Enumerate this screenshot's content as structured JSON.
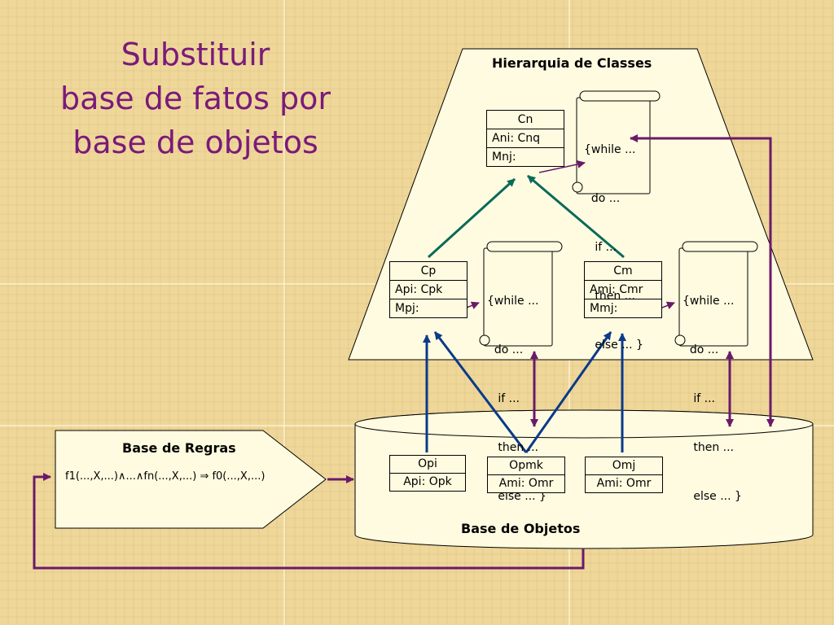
{
  "title": {
    "line1": "Substituir",
    "line2": "base de fatos por",
    "line3": "base de objetos"
  },
  "hierarchy": {
    "label": "Hierarquia de Classes",
    "classes": {
      "cn": {
        "name": "Cn",
        "attr": "Ani: Cnq",
        "method": "Mnj:"
      },
      "cp": {
        "name": "Cp",
        "attr": "Api: Cpk",
        "method": "Mpj:"
      },
      "cm": {
        "name": "Cm",
        "attr": "Ami: Cmr",
        "method": "Mmj:"
      }
    },
    "code": {
      "l1": "{while ...",
      "l2": "  do ...",
      "l3": "   if ...",
      "l4": "   then ...",
      "l5": "   else ... }"
    }
  },
  "rules": {
    "label": "Base de Regras",
    "rule": "f1(...,X,...)∧...∧fn(...,X,...) ⇒ f0(...,X,...)"
  },
  "objects": {
    "label": "Base de Objetos",
    "items": [
      {
        "name": "Opi",
        "attr": "Api: Opk"
      },
      {
        "name": "Opmk",
        "attr": "Ami: Omr"
      },
      {
        "name": "Omj",
        "attr": "Ami: Omr"
      }
    ]
  },
  "colors": {
    "title": "#7a1a7a",
    "panel": "#fffbe0",
    "inherit_arrow": "#0a6a5a",
    "instance_arrow": "#0a3a8a",
    "link_arrow": "#6a1a6a"
  }
}
